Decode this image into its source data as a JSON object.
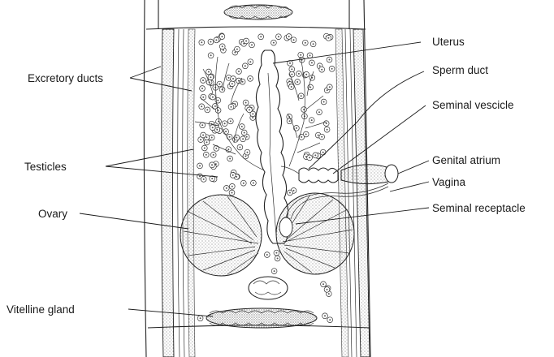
{
  "figure": {
    "labels": {
      "excretory_ducts": "Excretory ducts",
      "testicles": "Testicles",
      "ovary": "Ovary",
      "vitelline_gland": "Vitelline gland",
      "uterus": "Uterus",
      "sperm_duct": "Sperm duct",
      "seminal_vesicle": "Seminal vescicle",
      "genital_atrium": "Genital atrium",
      "vagina": "Vagina",
      "seminal_receptacle": "Seminal receptacle"
    }
  }
}
